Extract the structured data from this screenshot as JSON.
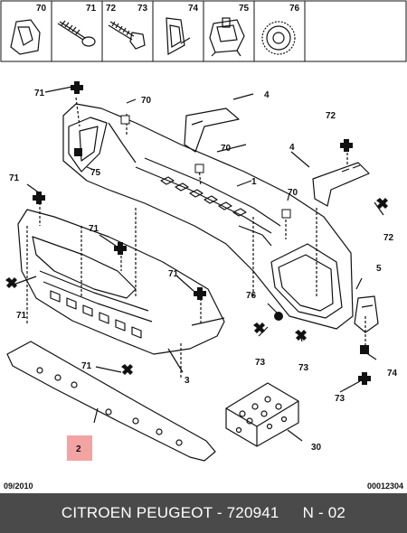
{
  "strip_labels": [
    "70",
    "71",
    "72",
    "73",
    "74",
    "75",
    "76"
  ],
  "callouts": {
    "c71_top": "71",
    "c70_top": "70",
    "c4_top": "4",
    "c72_top": "72",
    "c4_mid": "4",
    "c70_mid": "70",
    "c1": "1",
    "c71_left": "71",
    "c75": "75",
    "c70_right": "70",
    "c72_right": "72",
    "c71_mid": "71",
    "c71_left2": "71",
    "c71_center": "71",
    "c5": "5",
    "c76": "76",
    "c73_a": "73",
    "c73_b": "73",
    "c74": "74",
    "c71_bottom": "71",
    "c3": "3",
    "c73_c": "73",
    "c2": "2",
    "c30": "30"
  },
  "colors": {
    "highlight": "#f4a3a3",
    "bar": "#4a4a4a"
  },
  "footer": {
    "date": "09/2010",
    "ref": "00012304",
    "title": "CITROEN PEUGEOT - 720941",
    "page": "N - 02"
  }
}
